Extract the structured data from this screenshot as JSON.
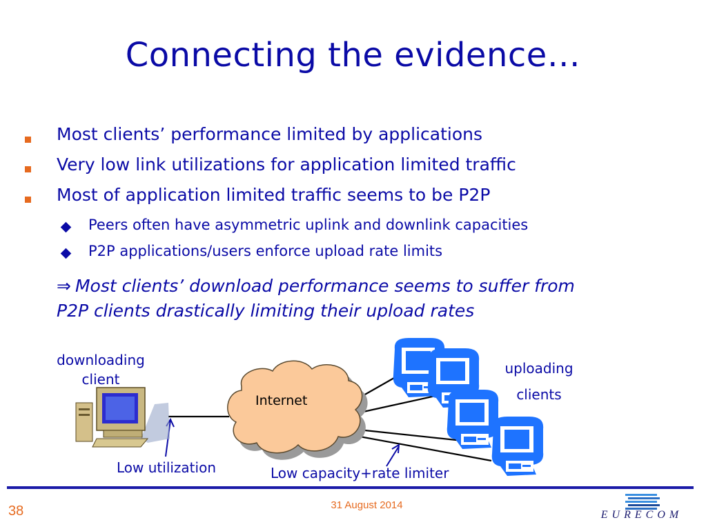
{
  "slide": {
    "title": "Connecting the evidence…",
    "bullets": [
      {
        "text": "Most clients’ performance limited by applications"
      },
      {
        "text": "Very low link utilizations for application limited traffic"
      },
      {
        "text": "Most of application limited traffic seems to be P2P"
      }
    ],
    "sub_bullets": [
      {
        "text": "Peers often have asymmetric uplink and downlink capacities"
      },
      {
        "text": "P2P applications/users enforce upload rate limits"
      }
    ],
    "conclusion": {
      "arrow": "⇒",
      "line1": "Most clients’ download performance seems to suffer from",
      "line2": "P2P clients drastically limiting their upload rates"
    }
  },
  "diagram": {
    "downloading_client_label": "downloading client",
    "internet_label": "Internet",
    "uploading_clients_label1": "uploading",
    "uploading_clients_label2": "clients",
    "low_utilization_label": "Low utilization",
    "low_capacity_label": "Low capacity+rate limiter",
    "icons": [
      "desktop-computer-icon",
      "cloud-icon",
      "workstation-icon"
    ]
  },
  "footer": {
    "page_number": "38",
    "date": "31 August 2014",
    "logo_text": "EURECOM"
  },
  "colors": {
    "title_blue": "#0a0aa6",
    "accent_orange": "#e66a1f",
    "cloud_fill": "#fbc99a",
    "workstation_blue": "#1e73ff",
    "rule_blue": "#1a1aa8"
  }
}
